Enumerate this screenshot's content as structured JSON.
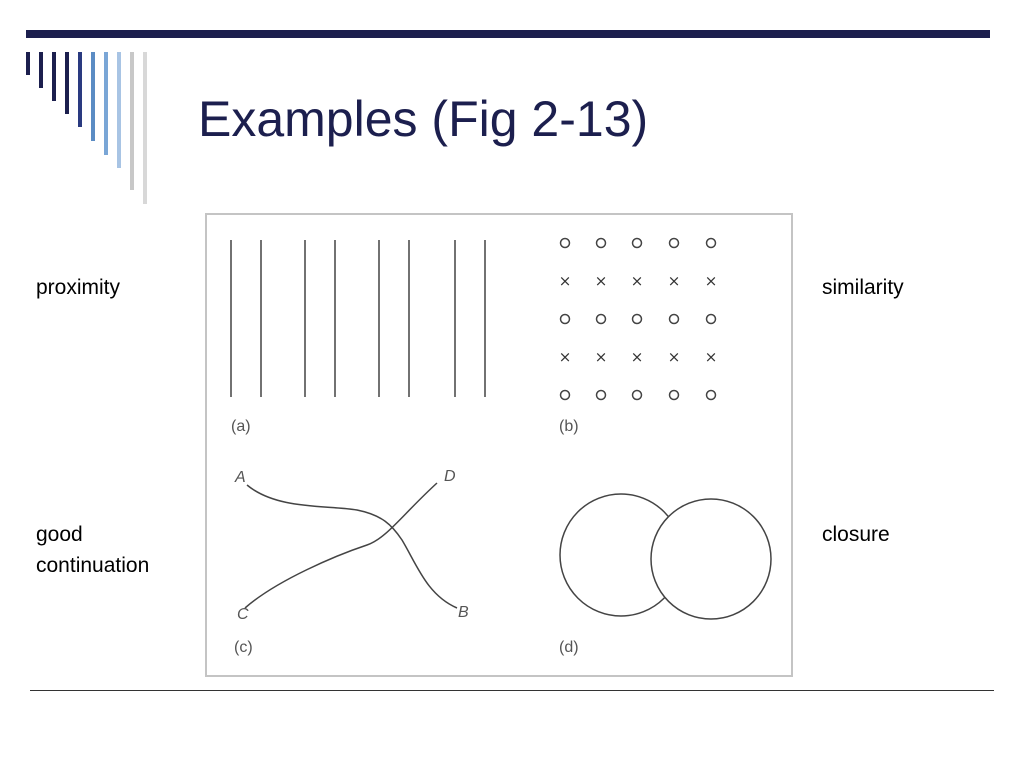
{
  "slide": {
    "title": "Examples (Fig 2-13)",
    "colors": {
      "title": "#1c1f4e",
      "top_rule": "#1c1f4e"
    },
    "decoration": {
      "stripe_colors": [
        "#1c1f4e",
        "#1c1f4e",
        "#1c1f4e",
        "#1c1f4e",
        "#2a3a80",
        "#5b8cc4",
        "#7aa6d6",
        "#a8c4e4",
        "#c8c8c8",
        "#d8d8d8"
      ]
    }
  },
  "labels": {
    "proximity": "proximity",
    "similarity": "similarity",
    "good_continuation_line1": "good",
    "good_continuation_line2": "continuation",
    "closure": "closure"
  },
  "figure": {
    "panel_a": {
      "label": "(a)",
      "line_count": 8
    },
    "panel_b": {
      "label": "(b)",
      "rows": [
        [
          "o",
          "o",
          "o",
          "o",
          "o"
        ],
        [
          "x",
          "x",
          "x",
          "x",
          "x"
        ],
        [
          "o",
          "o",
          "o",
          "o",
          "o"
        ],
        [
          "x",
          "x",
          "x",
          "x",
          "x"
        ],
        [
          "o",
          "o",
          "o",
          "o",
          "o"
        ]
      ],
      "x_glyph": "×"
    },
    "panel_c": {
      "label": "(c)",
      "point_a": "A",
      "point_b": "B",
      "point_c": "C",
      "point_d": "D"
    },
    "panel_d": {
      "label": "(d)",
      "circle_count": 2
    }
  }
}
